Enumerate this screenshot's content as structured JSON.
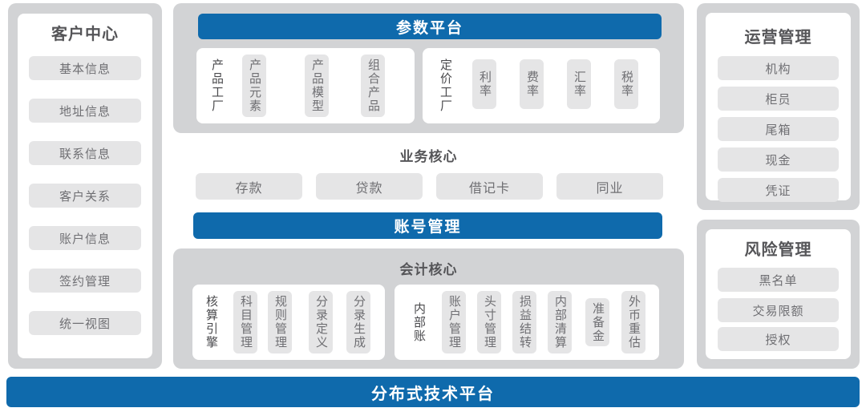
{
  "colors": {
    "brand_blue": "#0f6aac",
    "panel_gray": "#d2d3d5",
    "pill_gray": "#e5e5e6",
    "text_gray": "#6f6f73",
    "title_gray": "#555558",
    "card_white": "#ffffff"
  },
  "left_panel": {
    "title": "客户中心",
    "items": [
      {
        "label": "基本信息"
      },
      {
        "label": "地址信息"
      },
      {
        "label": "联系信息"
      },
      {
        "label": "客户关系"
      },
      {
        "label": "账户信息"
      },
      {
        "label": "签约管理"
      },
      {
        "label": "统一视图"
      }
    ]
  },
  "center": {
    "parameter_platform": {
      "header": "参数平台",
      "groups": [
        {
          "lead_label": "产品工厂",
          "items": [
            {
              "label": "产品元素"
            },
            {
              "label": "产品模型"
            },
            {
              "label": "组合产品"
            }
          ]
        },
        {
          "lead_label": "定价工厂",
          "items": [
            {
              "label": "利率"
            },
            {
              "label": "费率"
            },
            {
              "label": "汇率"
            },
            {
              "label": "税率"
            }
          ]
        }
      ]
    },
    "business_core": {
      "title": "业务核心",
      "items": [
        {
          "label": "存款"
        },
        {
          "label": "贷款"
        },
        {
          "label": "借记卡"
        },
        {
          "label": "同业"
        }
      ]
    },
    "account_management": {
      "header": "账号管理"
    },
    "accounting_core": {
      "title": "会计核心",
      "groups": [
        {
          "lead_label": "核算引擎",
          "items": [
            {
              "label": "科目管理"
            },
            {
              "label": "规则管理"
            },
            {
              "label": "分录定义"
            },
            {
              "label": "分录生成"
            }
          ]
        },
        {
          "lead_label": "内部账",
          "items": [
            {
              "label": "账户管理"
            },
            {
              "label": "头寸管理"
            },
            {
              "label": "损益结转"
            },
            {
              "label": "内部清算"
            },
            {
              "label": "准备金"
            },
            {
              "label": "外币重估"
            }
          ]
        }
      ]
    }
  },
  "right_panels": {
    "operations": {
      "title": "运营管理",
      "items": [
        {
          "label": "机构"
        },
        {
          "label": "柜员"
        },
        {
          "label": "尾箱"
        },
        {
          "label": "现金"
        },
        {
          "label": "凭证"
        }
      ]
    },
    "risk": {
      "title": "风险管理",
      "items": [
        {
          "label": "黑名单"
        },
        {
          "label": "交易限额"
        },
        {
          "label": "授权"
        }
      ]
    }
  },
  "bottom_bar": {
    "label": "分布式技术平台"
  }
}
